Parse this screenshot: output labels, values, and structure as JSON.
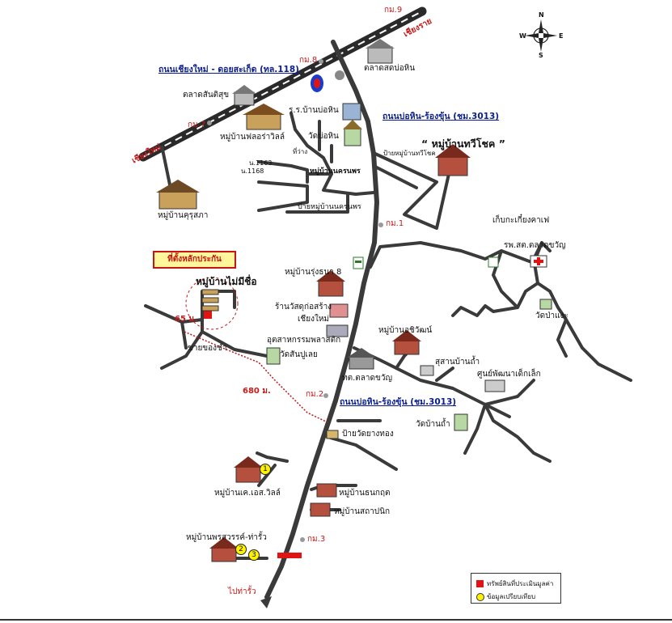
{
  "compass": {
    "n": "N",
    "s": "S",
    "e": "E",
    "w": "W"
  },
  "highway": {
    "name": "ถนนเชียงใหม่ - ดอยสะเก็ด  (ทล.118)",
    "chiangmai": "เชียงใหม่",
    "chiangrai": "เชียงราย",
    "km9": "กม.9",
    "km8": "กม.8",
    "km7": "กม.7"
  },
  "roads": {
    "route3013_top": "ถนนบ่อหิน-ร้องขุ้น (ชม.3013)",
    "route3013_mid": "ถนนบ่อหิน-ร้องขุ้น (ชม.3013)",
    "km1": "กม.1",
    "km2": "กม.2",
    "km3": "กม.3"
  },
  "places": {
    "talad_sadbohin": "ตลาดสดบ่อหิน",
    "talad_santisuk": "ตลาดสันติสุข",
    "school_bohin": "ร.ร.บ้านบ่อหิน",
    "ban_flora": "หมู่บ้านฟลอร่าวิลล์",
    "wat_bohin": "วัดบ่อหิน",
    "ban_thaweechok": "“ หมู่บ้านทวีโชค ”",
    "sign_thaweechok": "ป้ายหมู่บ้านทวีโชค",
    "tirang": "ที่ว่าง",
    "n1163": "น.1163",
    "n1168": "น.1168",
    "ban_nakhon": "หมู่บ้านนครนพร",
    "sign_nakhon": "ป้ายหมู่บ้านนครนพร",
    "ban_khurusapha": "หมู่บ้านคุรุสภา",
    "cafe": "เก็บกะเกี๋ยงคาเฟ",
    "hospital": "รพ.สต.ตลาดขวัญ",
    "ban_rungthip": "หมู่บ้านรุ่งธนา 8",
    "material_shop": "ร้านวัสดุก่อสร้าง",
    "material_shop2": "เชียงใหม่",
    "plastic_factory": "อุตสาหกรรมพลาสติก",
    "wat_sanpuloei": "วัดสันปูเลย",
    "wat_papae": "วัดป่าแงะ",
    "ban_atchiwat": "หมู่บ้านอชิวัฒน์",
    "susan": "สุสานบ้านถ้ำ",
    "learning_center": "ศูนย์พัฒนาเด็กเล็ก",
    "talad_khwan_office": "ทต.ตลาดขวัญ",
    "wat_banthum": "วัดบ้านถ้ำ",
    "sign_wat_yangthong": "ป้ายวัดยางทอง",
    "ban_mai_mi_chue": "หมู่บ้านไม่มีชื่อ",
    "meters65": "65 ม.",
    "meters680": "680 ม.",
    "khai_khong": "ขายของชำ",
    "ban_es": "หมู่บ้านเค.เอส.วิลล์",
    "ban_thanakrit": "หมู่บ้านธนกฤต",
    "ban_sathapanik": "หมู่บ้านสถาปนิก",
    "ban_phonsawan": "หมู่บ้านพรสวรรค์-ท่ารั้ว",
    "to_tharua": "ไปท่ารั้ว"
  },
  "marker_label": "ที่ตั้งหลักประกัน",
  "comparables": [
    "1",
    "2",
    "3"
  ],
  "legend": {
    "subject": "ทรัพย์สินที่ประเมินมูลค่า",
    "comparable": "ข้อมูลเปรียบเทียบ"
  },
  "colors": {
    "road": "#3a3a3a",
    "label_blue": "#0a1d8f",
    "label_red": "#c41a1a",
    "subject_red": "#e11414",
    "comparable_yellow": "#fff200"
  }
}
